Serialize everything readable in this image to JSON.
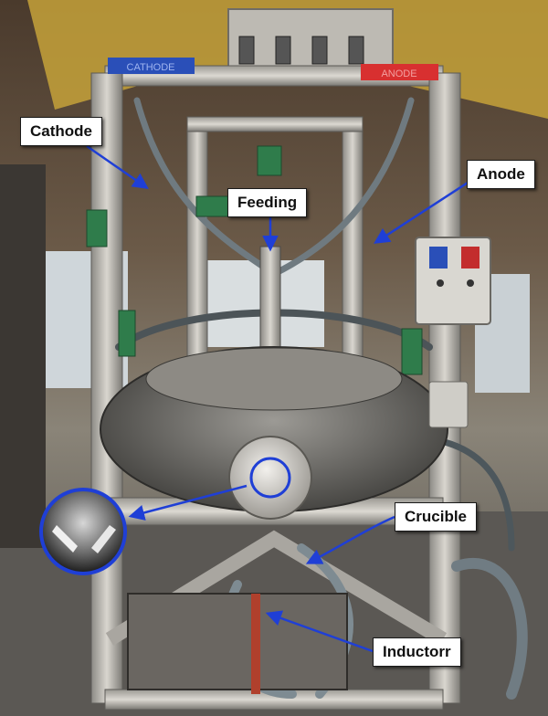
{
  "photo": {
    "description_icon": "reactor-frame-photo"
  },
  "frame_labels": {
    "cathode_plate": "CATHODE",
    "anode_plate": "ANODE"
  },
  "callouts": {
    "cathode": "Cathode",
    "feeding": "Feeding",
    "anode": "Anode",
    "crucible": "Crucible",
    "inductor": "Inductorr"
  },
  "colors": {
    "arrow": "#1f3fd6",
    "cathode_plate": "#2a4fb8",
    "anode_plate": "#d83030"
  }
}
